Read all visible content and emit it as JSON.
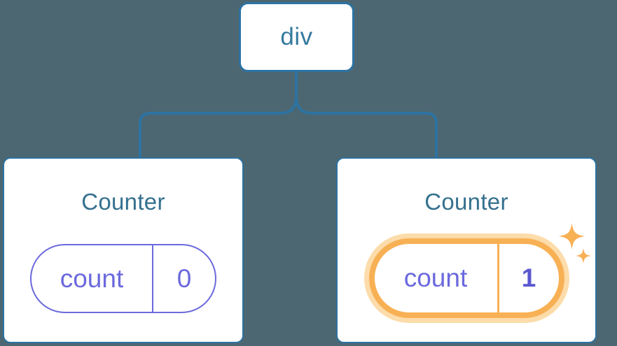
{
  "diagram": {
    "description": "React component tree diagram: a div root with two Counter children, each holding a count state pill; the second Counter's state was just updated",
    "background_color": "#4c6771",
    "colors": {
      "node_blue": "#2d73a2",
      "title_blue": "#35708e",
      "state_purple": "#6b69dd",
      "state_value_purple_bold": "#5a57cf",
      "highlight_orange": "#f8b055",
      "highlight_glow": "#fcdcaa",
      "card_background": "#ffffff"
    },
    "root": {
      "label": "div"
    },
    "children": [
      {
        "title": "Counter",
        "state": {
          "key": "count",
          "value": "0"
        },
        "highlighted": false
      },
      {
        "title": "Counter",
        "state": {
          "key": "count",
          "value": "1"
        },
        "highlighted": true
      }
    ],
    "icons": {
      "sparkles": "sparkles-icon (two 4-pointed orange stars marking the updated state)"
    }
  }
}
